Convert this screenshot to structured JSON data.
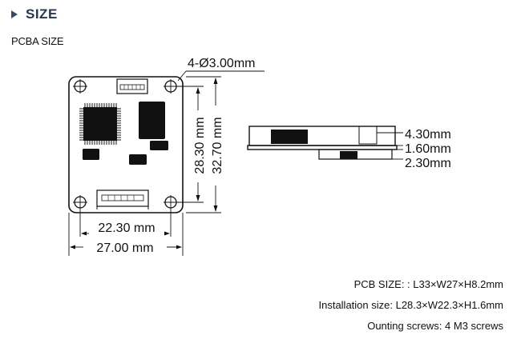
{
  "header": {
    "title": "SIZE"
  },
  "subtitle": "PCBA SIZE",
  "dimensions": {
    "hole_callout": "4-Ø3.00mm",
    "inner_height": "28.30 mm",
    "outer_height": "32.70 mm",
    "inner_width": "22.30 mm",
    "outer_width": "27.00 mm",
    "side_top": "4.30mm",
    "side_board": "1.60mm",
    "side_bottom": "2.30mm"
  },
  "specs": {
    "pcb_size": "PCB SIZE: : L33×W27×H8.2mm",
    "installation_size": "Installation size: L28.3×W22.3×H1.6mm",
    "mounting_screws": "Ounting screws: 4 M3 screws"
  }
}
